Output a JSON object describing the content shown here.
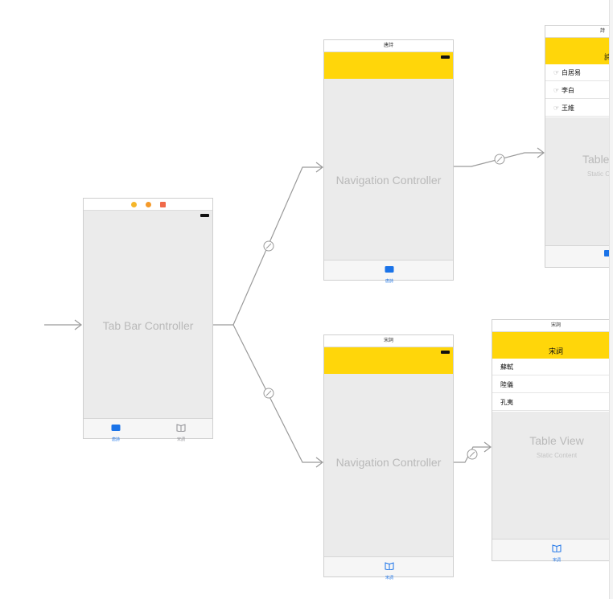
{
  "tab_bar_controller": {
    "title": "Tab Bar Controller",
    "tabs": [
      {
        "label": "唐詩",
        "icon": "book-closed-icon",
        "color": "#1a73e8"
      },
      {
        "label": "宋詞",
        "icon": "book-open-icon",
        "color": "#8e8e93"
      }
    ],
    "scene_dock_icons": [
      "controller-icon",
      "first-responder-icon",
      "exit-icon"
    ]
  },
  "nav_top": {
    "scene_title": "唐詩",
    "title": "Navigation Controller",
    "tab": {
      "label": "唐詩",
      "icon": "book-closed-icon"
    }
  },
  "nav_bottom": {
    "scene_title": "宋詞",
    "title": "Navigation Controller",
    "tab": {
      "label": "宋詞",
      "icon": "book-open-icon"
    }
  },
  "table_top": {
    "scene_title": "詩",
    "nav_title": "詩",
    "rows": [
      {
        "prefix": "☞",
        "text": "白居易"
      },
      {
        "prefix": "☞",
        "text": "李白"
      },
      {
        "prefix": "☞",
        "text": "王維"
      }
    ],
    "title": "Table",
    "subtitle": "Static C"
  },
  "table_bottom": {
    "scene_title": "宋詞",
    "nav_title": "宋詞",
    "rows": [
      {
        "text": "蘇軾"
      },
      {
        "text": "陸儀"
      },
      {
        "text": "孔夷"
      }
    ],
    "title": "Table View",
    "subtitle": "Static Content",
    "tab": {
      "label": "宋詞",
      "icon": "book-open-icon"
    }
  },
  "colors": {
    "accent": "#1a73e8",
    "nav_bar_yellow": "#ffd60a",
    "segue_line": "#9a9a9a",
    "canvas_gray": "#ebebeb"
  }
}
